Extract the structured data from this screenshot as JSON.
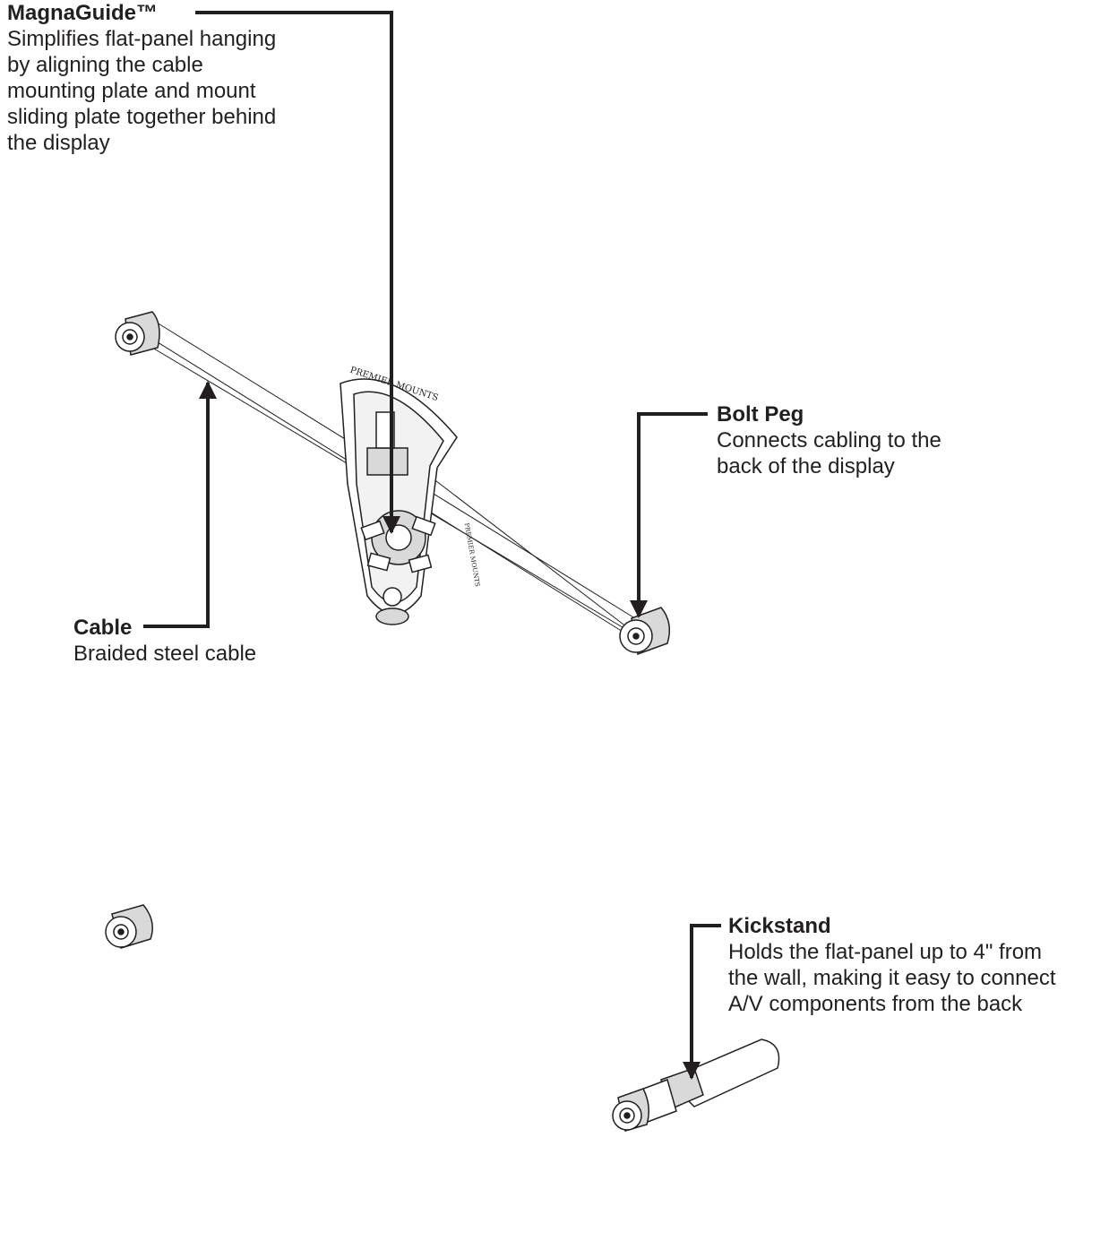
{
  "callouts": {
    "magnaguide": {
      "title": "MagnaGuide™",
      "description": "Simplifies flat-panel hanging\nby aligning the cable\nmounting plate and mount\nsliding plate together behind\nthe display"
    },
    "bolt_peg": {
      "title": "Bolt Peg",
      "description": "Connects cabling to the\nback of the display"
    },
    "cable": {
      "title": "Cable",
      "description": "Braided steel cable"
    },
    "kickstand": {
      "title": "Kickstand",
      "description": "Holds the flat-panel up to 4\" from\nthe wall, making it easy to connect\nA/V components from the back"
    }
  },
  "plate_text": {
    "top": "PREMIER MOUNTS",
    "side": "PREMIER MOUNTS"
  },
  "colors": {
    "text": "#231f20",
    "leader": "#231f20",
    "part_fill": "#ffffff",
    "part_shade": "#d9d9d9",
    "part_stroke": "#231f20"
  }
}
